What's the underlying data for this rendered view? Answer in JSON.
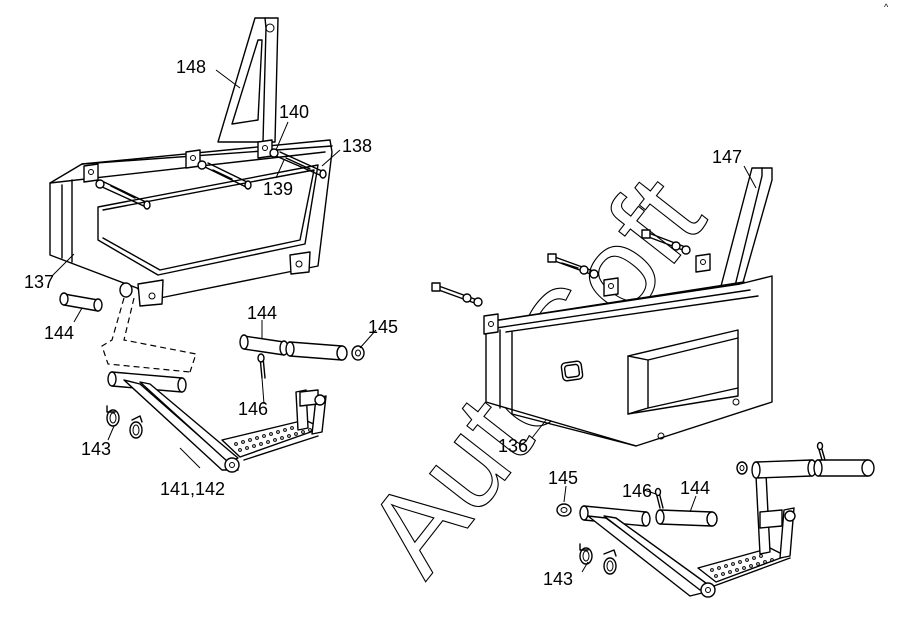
{
  "watermark": "AutoSoft",
  "corner_mark": "^",
  "callouts": {
    "c148": "148",
    "c140": "140",
    "c138": "138",
    "c139": "139",
    "c137": "137",
    "c144a": "144",
    "c144b": "144",
    "c145a": "145",
    "c146a": "146",
    "c143a": "143",
    "c141": "141,142",
    "c147": "147",
    "c136": "136",
    "c145b": "145",
    "c146b": "146",
    "c144c": "144",
    "c143b": "143"
  }
}
